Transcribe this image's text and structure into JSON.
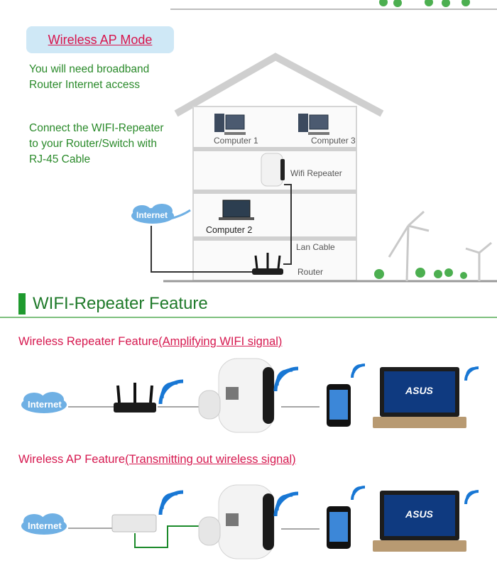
{
  "mode": {
    "title": "Wireless AP Mode"
  },
  "instructions": {
    "line1": "You will need broadband",
    "line2": "Router Internet access",
    "line3": "Connect the WIFI-Repeater",
    "line4": "to your Router/Switch with",
    "line5": "RJ-45 Cable"
  },
  "diagram": {
    "computer1": "Computer 1",
    "computer3": "Computer 3",
    "wifi_repeater": "Wifi Repeater",
    "computer2": "Computer 2",
    "lan_cable": "Lan Cable",
    "router": "Router",
    "internet": "Internet"
  },
  "feature": {
    "title": "WIFI-Repeater Feature",
    "repeater_head": "Wireless Repeater Feature",
    "repeater_sub": "(Amplifying WIFI signal)",
    "ap_head": "Wireless AP Feature",
    "ap_sub": "(Transmitting out wireless signal)",
    "internet1": "Internet",
    "internet2": "Internet",
    "laptop_brand1": "ASUS",
    "laptop_brand2": "ASUS"
  },
  "colors": {
    "accent_red": "#d7144c",
    "green": "#2a8a2a",
    "wifi_blue": "#1877d4",
    "pill": "#cfe8f6"
  }
}
